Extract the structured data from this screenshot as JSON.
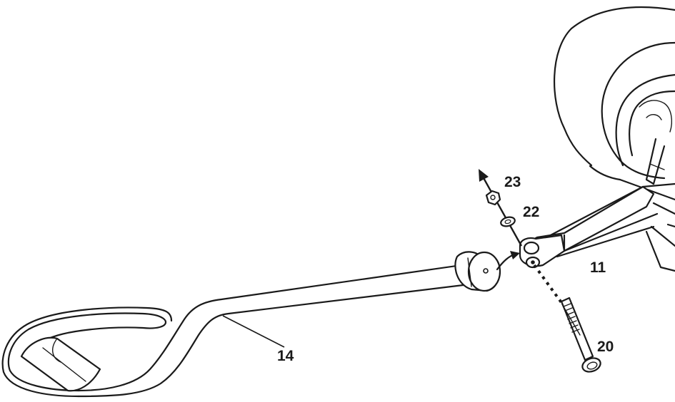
{
  "callouts": {
    "handle": "14",
    "tow_arm": "11",
    "nut": "23",
    "washer": "22",
    "bolt": "20"
  }
}
